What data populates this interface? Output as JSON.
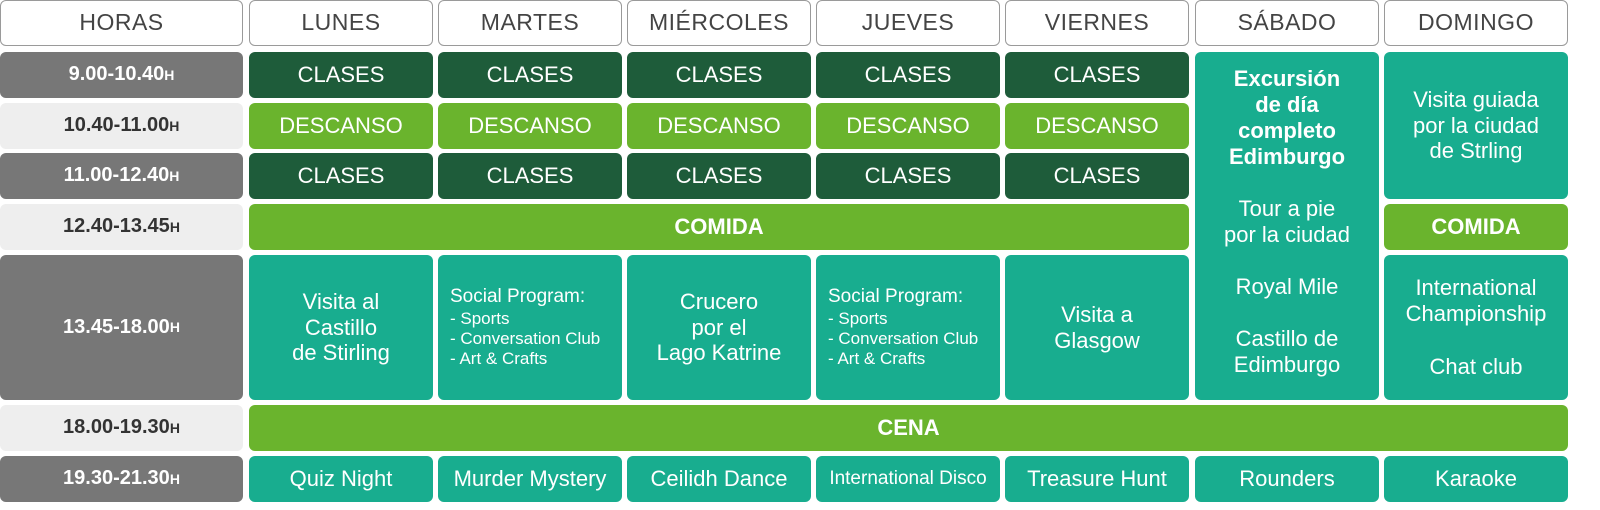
{
  "headers": [
    "HORAS",
    "LUNES",
    "MARTES",
    "MIÉRCOLES",
    "JUEVES",
    "VIERNES",
    "SÁBADO",
    "DOMINGO"
  ],
  "times": [
    {
      "range": "9.00-10.40",
      "suffix": "H"
    },
    {
      "range": "10.40-11.00",
      "suffix": "H"
    },
    {
      "range": "11.00-12.40",
      "suffix": "H"
    },
    {
      "range": "12.40-13.45",
      "suffix": "H"
    },
    {
      "range": "13.45-18.00",
      "suffix": "H"
    },
    {
      "range": "18.00-19.30",
      "suffix": "H"
    },
    {
      "range": "19.30-21.30",
      "suffix": "H"
    }
  ],
  "weekday": {
    "classes": "CLASES",
    "break": "DESCANSO",
    "lunch": "COMIDA",
    "dinner": "CENA"
  },
  "afternoon": {
    "monday": "Visita al\nCastillo\nde Stirling",
    "tuesday": {
      "title": "Social Program:",
      "items": [
        "- Sports",
        "- Conversation Club",
        "- Art & Crafts"
      ]
    },
    "wednesday": "Crucero\npor el\nLago Katrine",
    "thursday": {
      "title": "Social Program:",
      "items": [
        "- Sports",
        "- Conversation Club",
        "- Art & Crafts"
      ]
    },
    "friday": "Visita a\nGlasgow"
  },
  "saturday": {
    "title": "Excursión\nde día\ncompleto\nEdimburgo",
    "items": [
      "Tour a pie\npor la ciudad",
      "Royal Mile",
      "Castillo de\nEdimburgo"
    ]
  },
  "sunday": {
    "morning": "Visita guiada\npor la ciudad\nde Strling",
    "lunch": "COMIDA",
    "afternoon_1": "International\nChampionship",
    "afternoon_2": "Chat club"
  },
  "evening": [
    "Quiz Night",
    "Murder Mystery",
    "Ceilidh Dance",
    "International Disco",
    "Treasure Hunt",
    "Rounders",
    "Karaoke"
  ],
  "colors": {
    "dark_green": "#1e5c3a",
    "light_green": "#6ab42d",
    "teal": "#18ad8f",
    "time_dark": "#777777",
    "time_light": "#eeeeee",
    "header_border": "#9a9a9a"
  }
}
